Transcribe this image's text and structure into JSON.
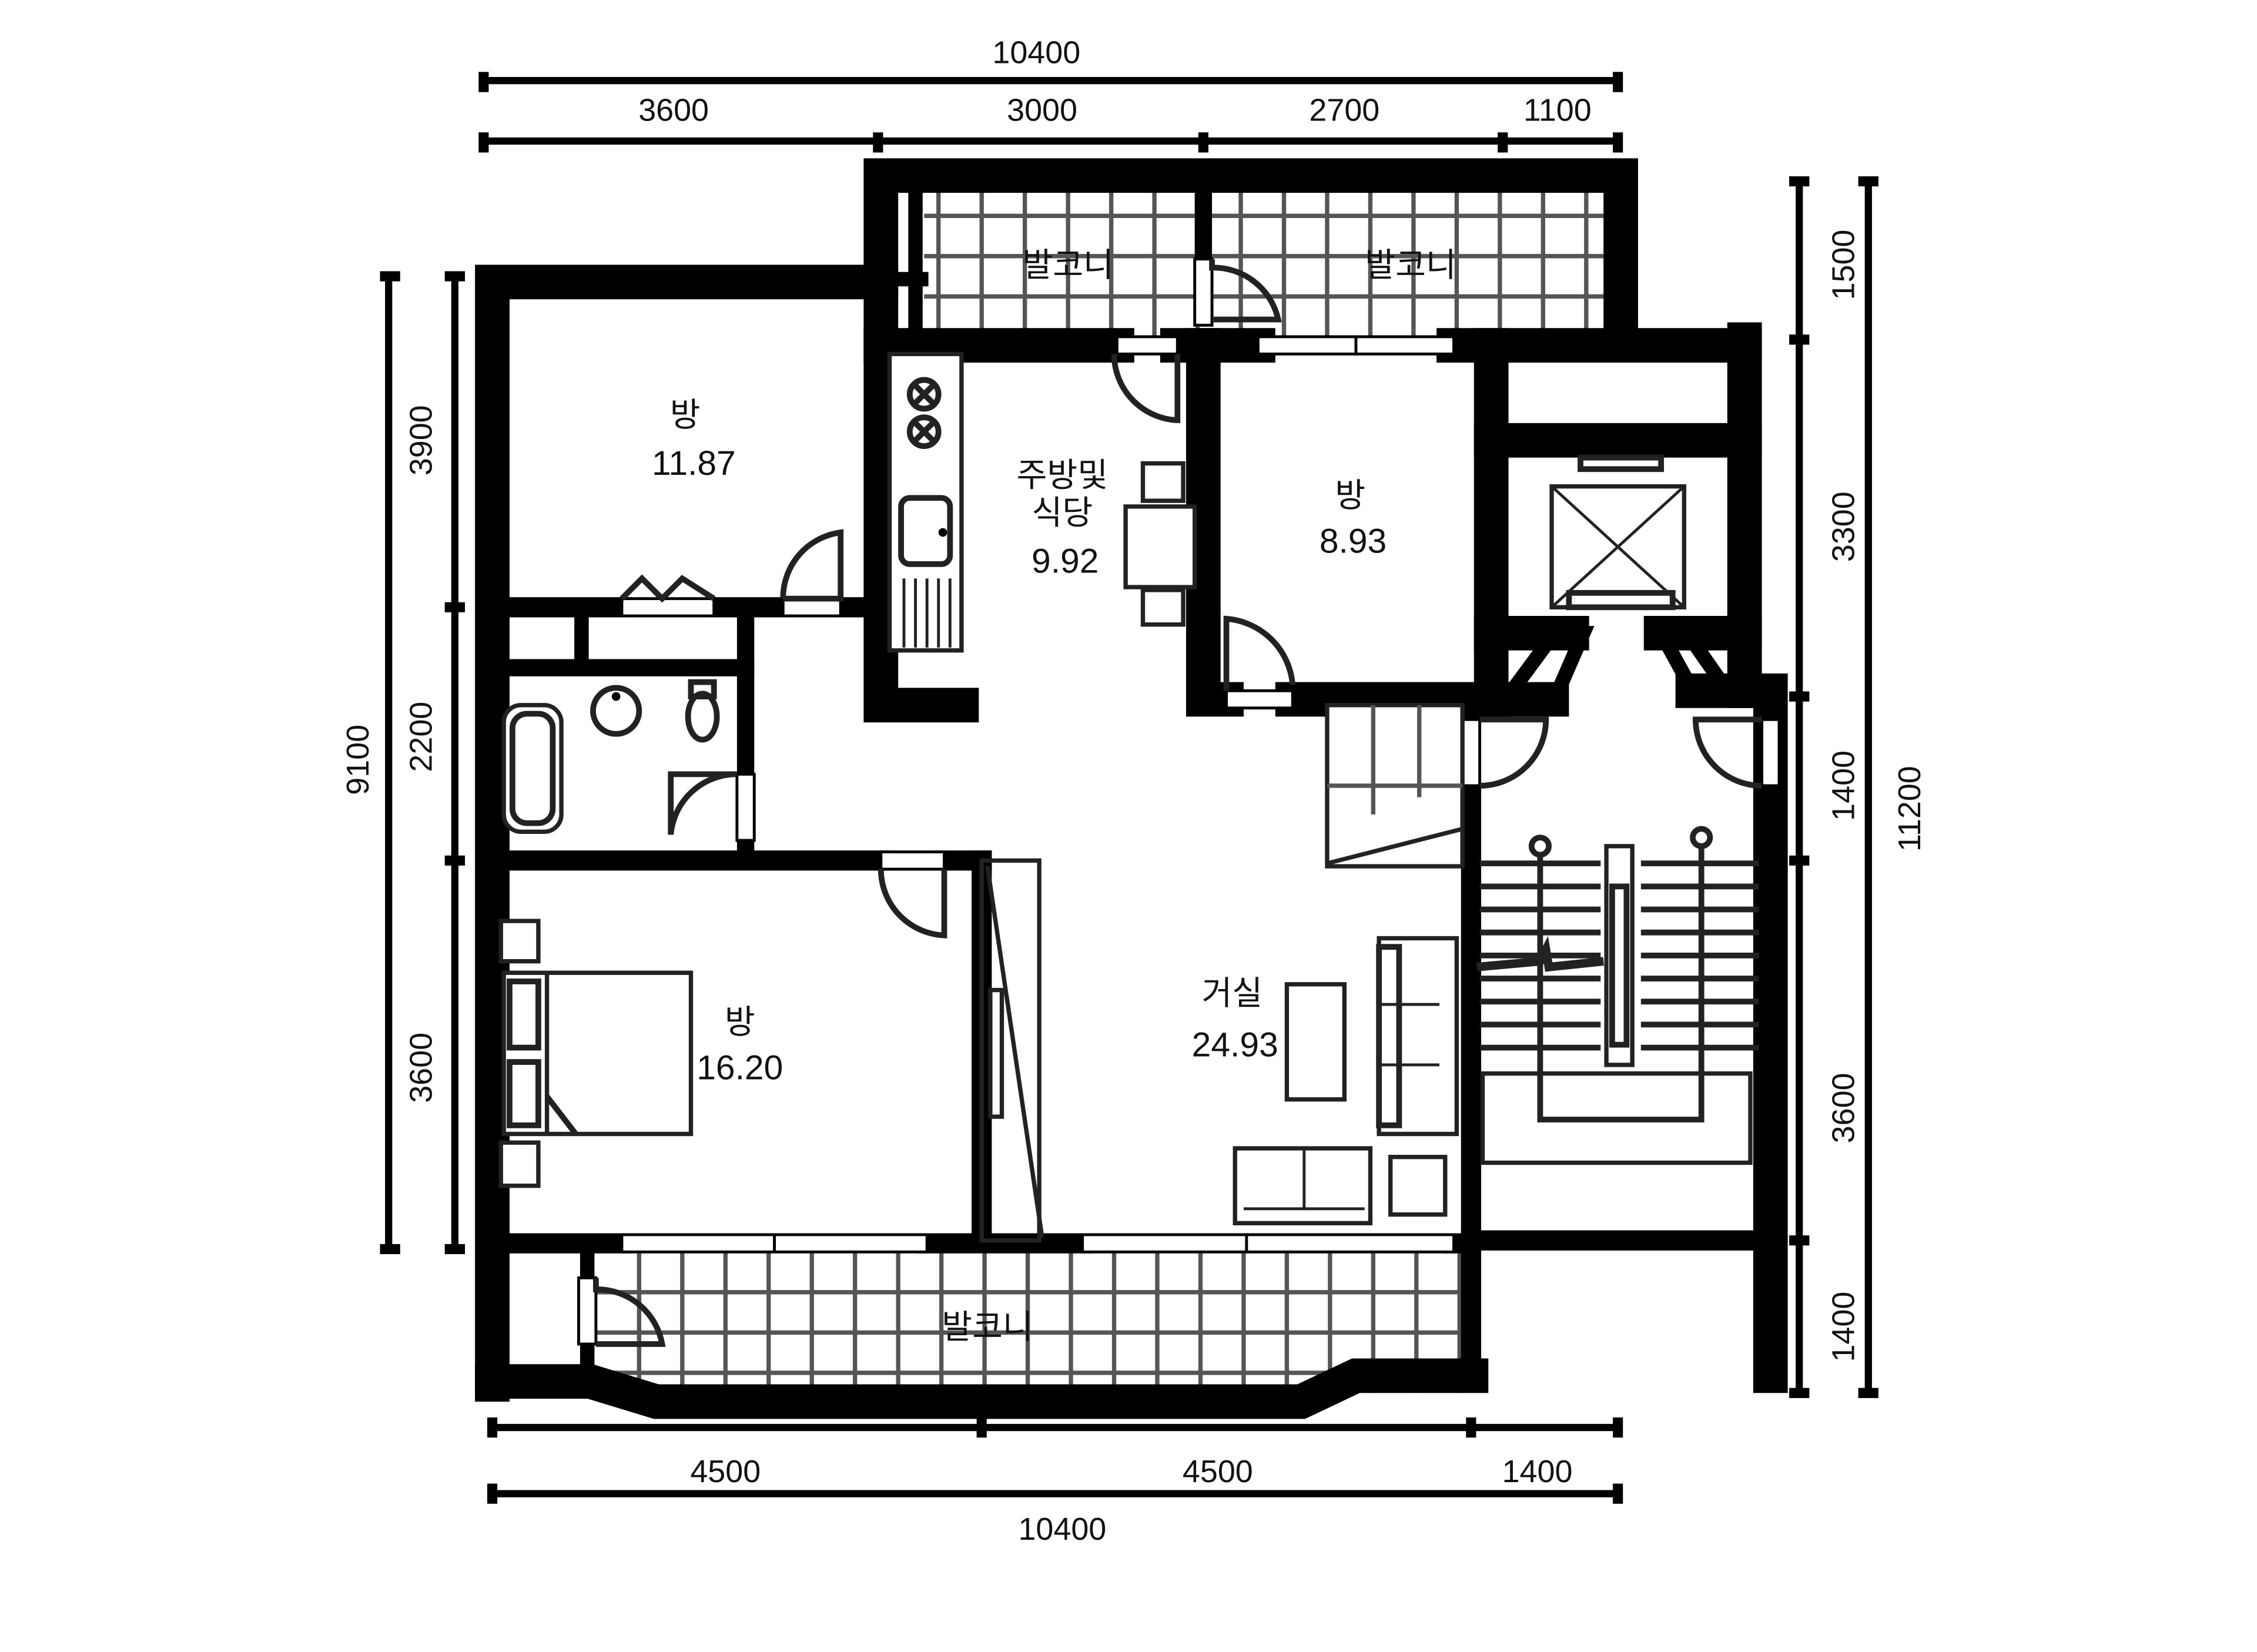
{
  "dimensions": {
    "top_total": "10400",
    "top_segments": [
      "3600",
      "3000",
      "2700",
      "1100"
    ],
    "bottom_segments": [
      "4500",
      "4500",
      "1400"
    ],
    "bottom_total": "10400",
    "left_outer": "9100",
    "left_segments": [
      "3900",
      "2200",
      "3600"
    ],
    "right_segments": [
      "1500",
      "3300",
      "1400",
      "3600",
      "1400"
    ],
    "right_outer": "11200"
  },
  "rooms": {
    "balcony_top_left": {
      "name": "발코니"
    },
    "balcony_top_right": {
      "name": "발코니"
    },
    "room_1": {
      "name": "방",
      "area": "11.87"
    },
    "kitchen": {
      "name_line1": "주방및",
      "name_line2": "식당",
      "area": "9.92"
    },
    "room_2": {
      "name": "방",
      "area": "8.93"
    },
    "living": {
      "name": "거실",
      "area": "24.93"
    },
    "room_3": {
      "name": "방",
      "area": "16.20"
    },
    "balcony_bottom": {
      "name": "발코니"
    }
  }
}
